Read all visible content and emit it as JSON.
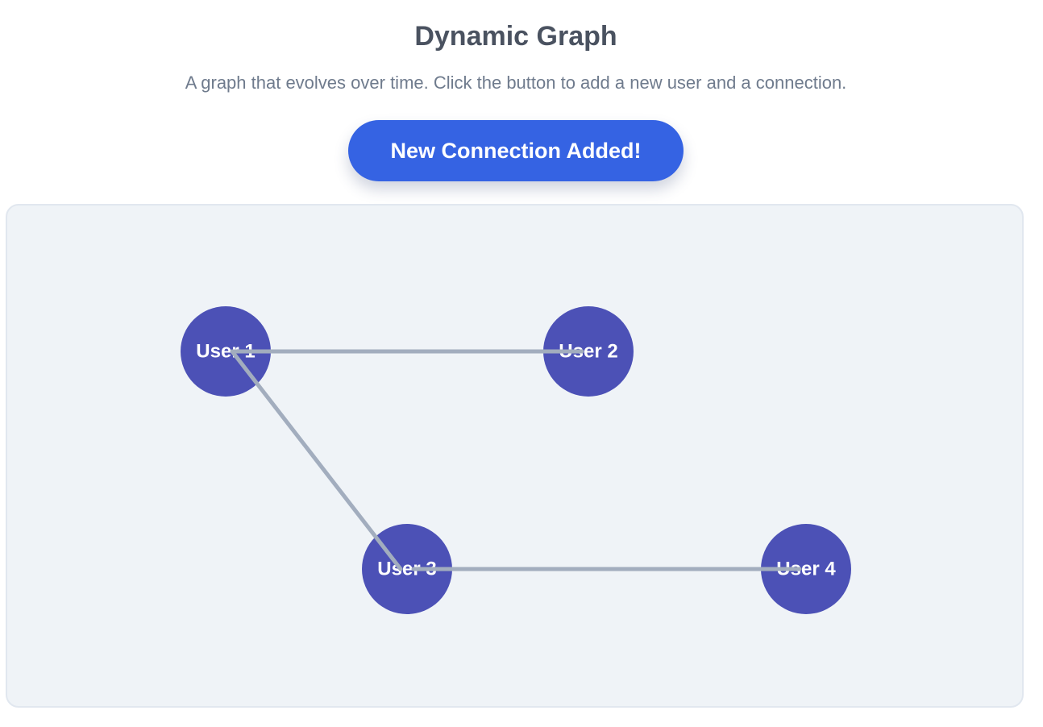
{
  "header": {
    "title": "Dynamic Graph",
    "subtitle": "A graph that evolves over time. Click the button to add a new user and a connection."
  },
  "action_button": {
    "label": "New Connection Added!"
  },
  "graph": {
    "colors": {
      "node_fill": "#4c51b6",
      "edge_stroke": "#a2adbe",
      "canvas_bg": "#eff3f7",
      "button_bg": "#3563e3"
    },
    "nodes": [
      {
        "id": "u1",
        "label": "User 1"
      },
      {
        "id": "u2",
        "label": "User 2"
      },
      {
        "id": "u3",
        "label": "User 3"
      },
      {
        "id": "u4",
        "label": "User 4"
      }
    ],
    "edges": [
      {
        "from": "u1",
        "to": "u2"
      },
      {
        "from": "u1",
        "to": "u3"
      },
      {
        "from": "u3",
        "to": "u4"
      }
    ]
  }
}
